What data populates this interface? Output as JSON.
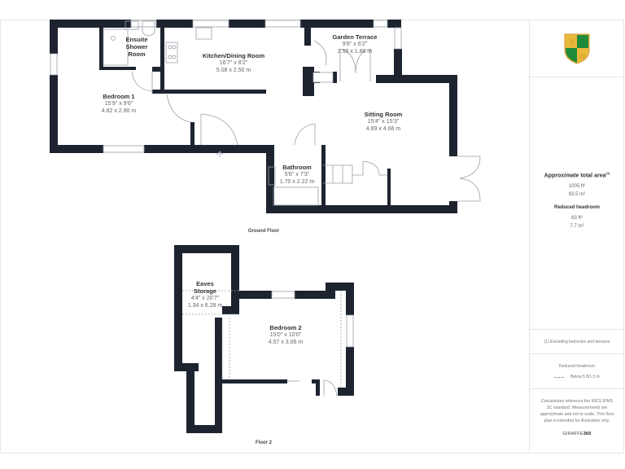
{
  "floors": [
    {
      "label": "Ground Floor",
      "rooms": [
        {
          "name": "Bedroom 1",
          "imperial": "15'9\" x 9'6\"",
          "metric": "4.82 x 2.90 m"
        },
        {
          "name": "Ensuite",
          "name2": "Shower",
          "name3": "Room"
        },
        {
          "name": "Kitchen/Dining Room",
          "imperial": "16'7\" x 8'2\"",
          "metric": "5.08 x 2.50 m"
        },
        {
          "name": "Garden Terrace",
          "imperial": "9'8\" x 6'2\"",
          "metric": "2.96 x 1.88 m"
        },
        {
          "name": "Sitting Room",
          "imperial": "15'4\" x 15'3\"",
          "metric": "4.69 x 4.66 m"
        },
        {
          "name": "Bathroom",
          "imperial": "5'6\" x 7'3\"",
          "metric": "1.70 x 2.22 m"
        }
      ]
    },
    {
      "label": "Floor 2",
      "rooms": [
        {
          "name": "Eaves",
          "name2": "Storage",
          "imperial": "4'4\" x 20'7\"",
          "metric": "1.34 x 6.28 m"
        },
        {
          "name": "Bedroom 2",
          "imperial": "15'0\" x 10'0\"",
          "metric": "4.57 x 3.06 m"
        }
      ]
    }
  ],
  "sidebar": {
    "logo": "shield-crest-logo",
    "area_title": "Approximate total area",
    "area_footnote": "(1)",
    "area_ft": "1005 ft²",
    "area_m": "93.5 m²",
    "reduced_title": "Reduced headroom",
    "reduced_ft": "83 ft²",
    "reduced_m": "7.7 m²",
    "note": "(1) Excluding balconies and terraces",
    "legend_title": "Reduced headroom",
    "legend_text": "Below 5 ft/1.5 m",
    "calc_text": "Calculations reference the RICS IPMS 3C standard. Measurements are approximate and not to scale. This floor plan is intended for illustration only.",
    "brand_a": "GIRAFFE",
    "brand_b": "360"
  },
  "colors": {
    "wall": "#1d2430",
    "logo_gold": "#e8b83a",
    "logo_green": "#1f8a3a"
  }
}
